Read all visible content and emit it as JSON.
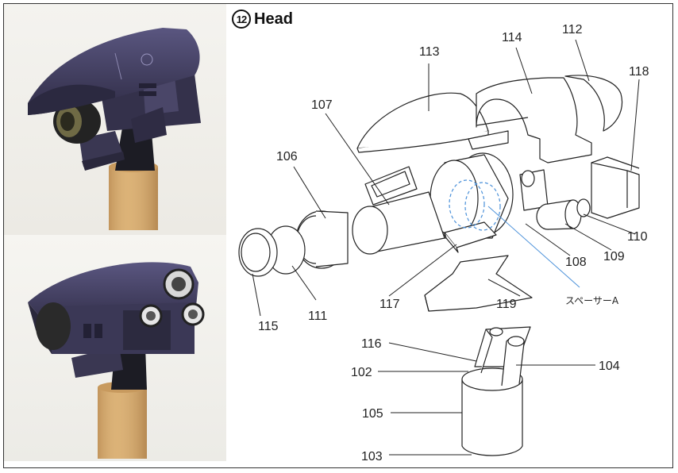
{
  "title": {
    "number": "12",
    "text": "Head"
  },
  "photos": [
    {
      "name": "side-view",
      "icon": "photo-head-model-side"
    },
    {
      "name": "front-view",
      "icon": "photo-head-model-front"
    }
  ],
  "callouts": {
    "p102": "102",
    "p103": "103",
    "p104": "104",
    "p105": "105",
    "p106": "106",
    "p107": "107",
    "p108": "108",
    "p109": "109",
    "p110": "110",
    "p111": "111",
    "p112": "112",
    "p113": "113",
    "p114": "114",
    "p115": "115",
    "p116": "116",
    "p117": "117",
    "p118": "118",
    "p119": "119",
    "spacer_a": "スペーサーA"
  },
  "colors": {
    "outline": "#222222",
    "spacer_dashed": "#4a90d9",
    "model_fabric": "#3d3a58",
    "wood": "#d9b27a"
  }
}
